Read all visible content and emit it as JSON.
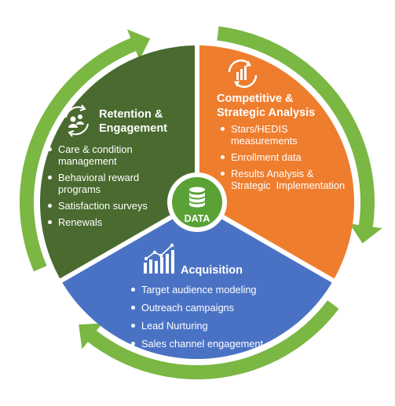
{
  "center": {
    "label": "DATA",
    "icon": "database-icon"
  },
  "retention": {
    "title_line1": "Retention &",
    "title_line2": "Engagement",
    "icon": "people-cycle-icon",
    "items": [
      {
        "line1": "Care & condition",
        "line2": "management"
      },
      {
        "line1": "Behavioral reward",
        "line2": "programs"
      },
      {
        "line1": "Satisfaction surveys",
        "line2": ""
      },
      {
        "line1": "Renewals",
        "line2": ""
      }
    ]
  },
  "competitive": {
    "title_line1": "Competitive &",
    "title_line2": "Strategic Analysis",
    "icon": "cycle-bar-chart-icon",
    "items": [
      {
        "line1": "Stars/HEDIS",
        "line2": "measurements"
      },
      {
        "line1": "Enrollment data",
        "line2": ""
      },
      {
        "line1": "Results Analysis &",
        "line2": "Strategic  Implementation"
      }
    ]
  },
  "acquisition": {
    "title": "Acquisition",
    "icon": "growth-chart-icon",
    "items": [
      "Target audience modeling",
      "Outreach campaigns",
      "Lead Nurturing",
      "Sales channel engagement"
    ]
  },
  "colors": {
    "retention": "#4a6a2f",
    "competitive": "#ef7d2e",
    "acquisition": "#4a72c4",
    "ring": "#7ab743",
    "center_fill": "#5aa136",
    "center_border": "#ffffff"
  }
}
